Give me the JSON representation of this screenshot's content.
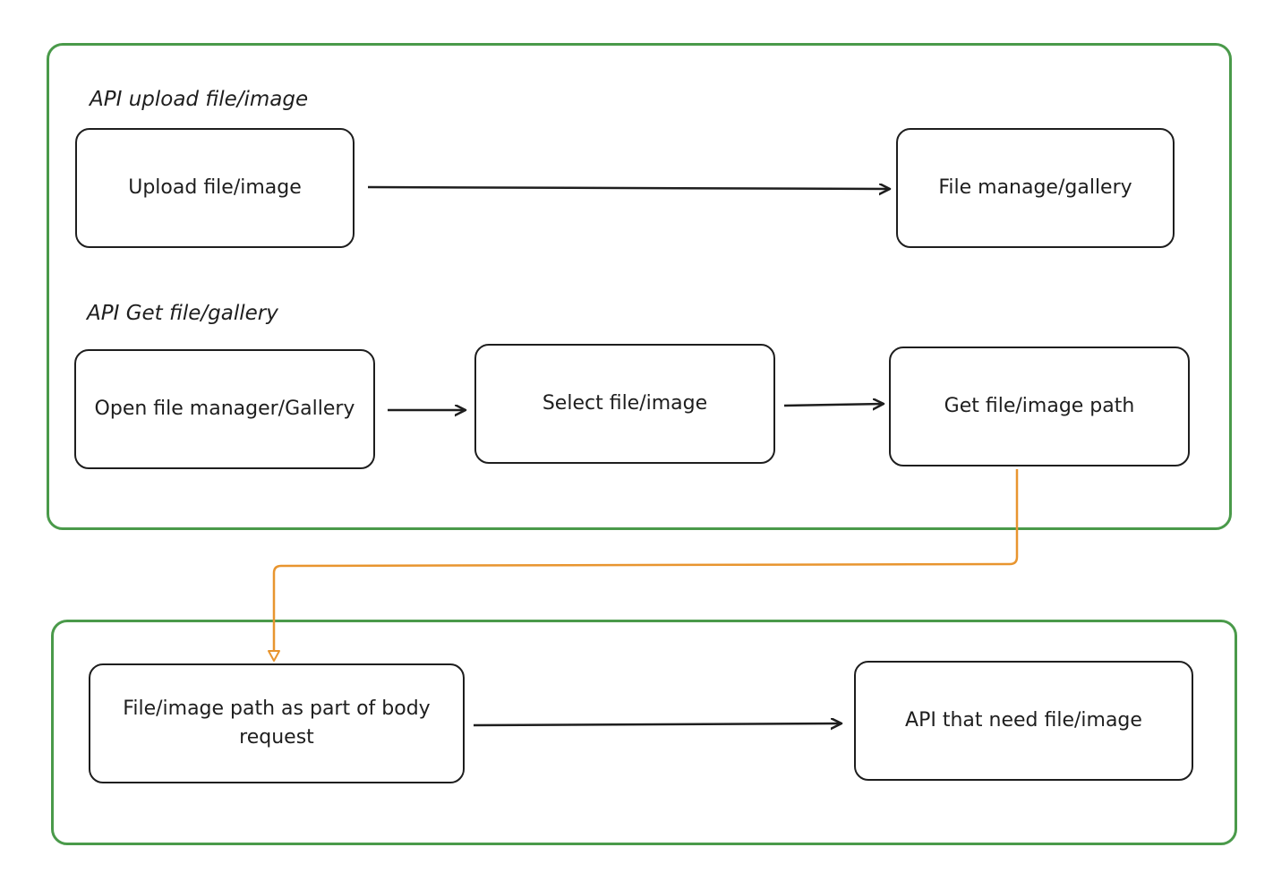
{
  "groups": {
    "top": {
      "label_upload": "API upload file/image",
      "label_get": "API Get file/gallery"
    },
    "bottom": {}
  },
  "nodes": {
    "upload": "Upload file/image",
    "file_manage": "File manage/gallery",
    "open_manager": "Open file manager/Gallery",
    "select_file": "Select file/image",
    "get_path": "Get file/image path",
    "body_request": "File/image path as part of body request",
    "api_need": "API that need file/image"
  },
  "colors": {
    "group_border": "#4a9a4a",
    "node_border": "#1e1e1e",
    "orange_connector": "#e8952f"
  }
}
